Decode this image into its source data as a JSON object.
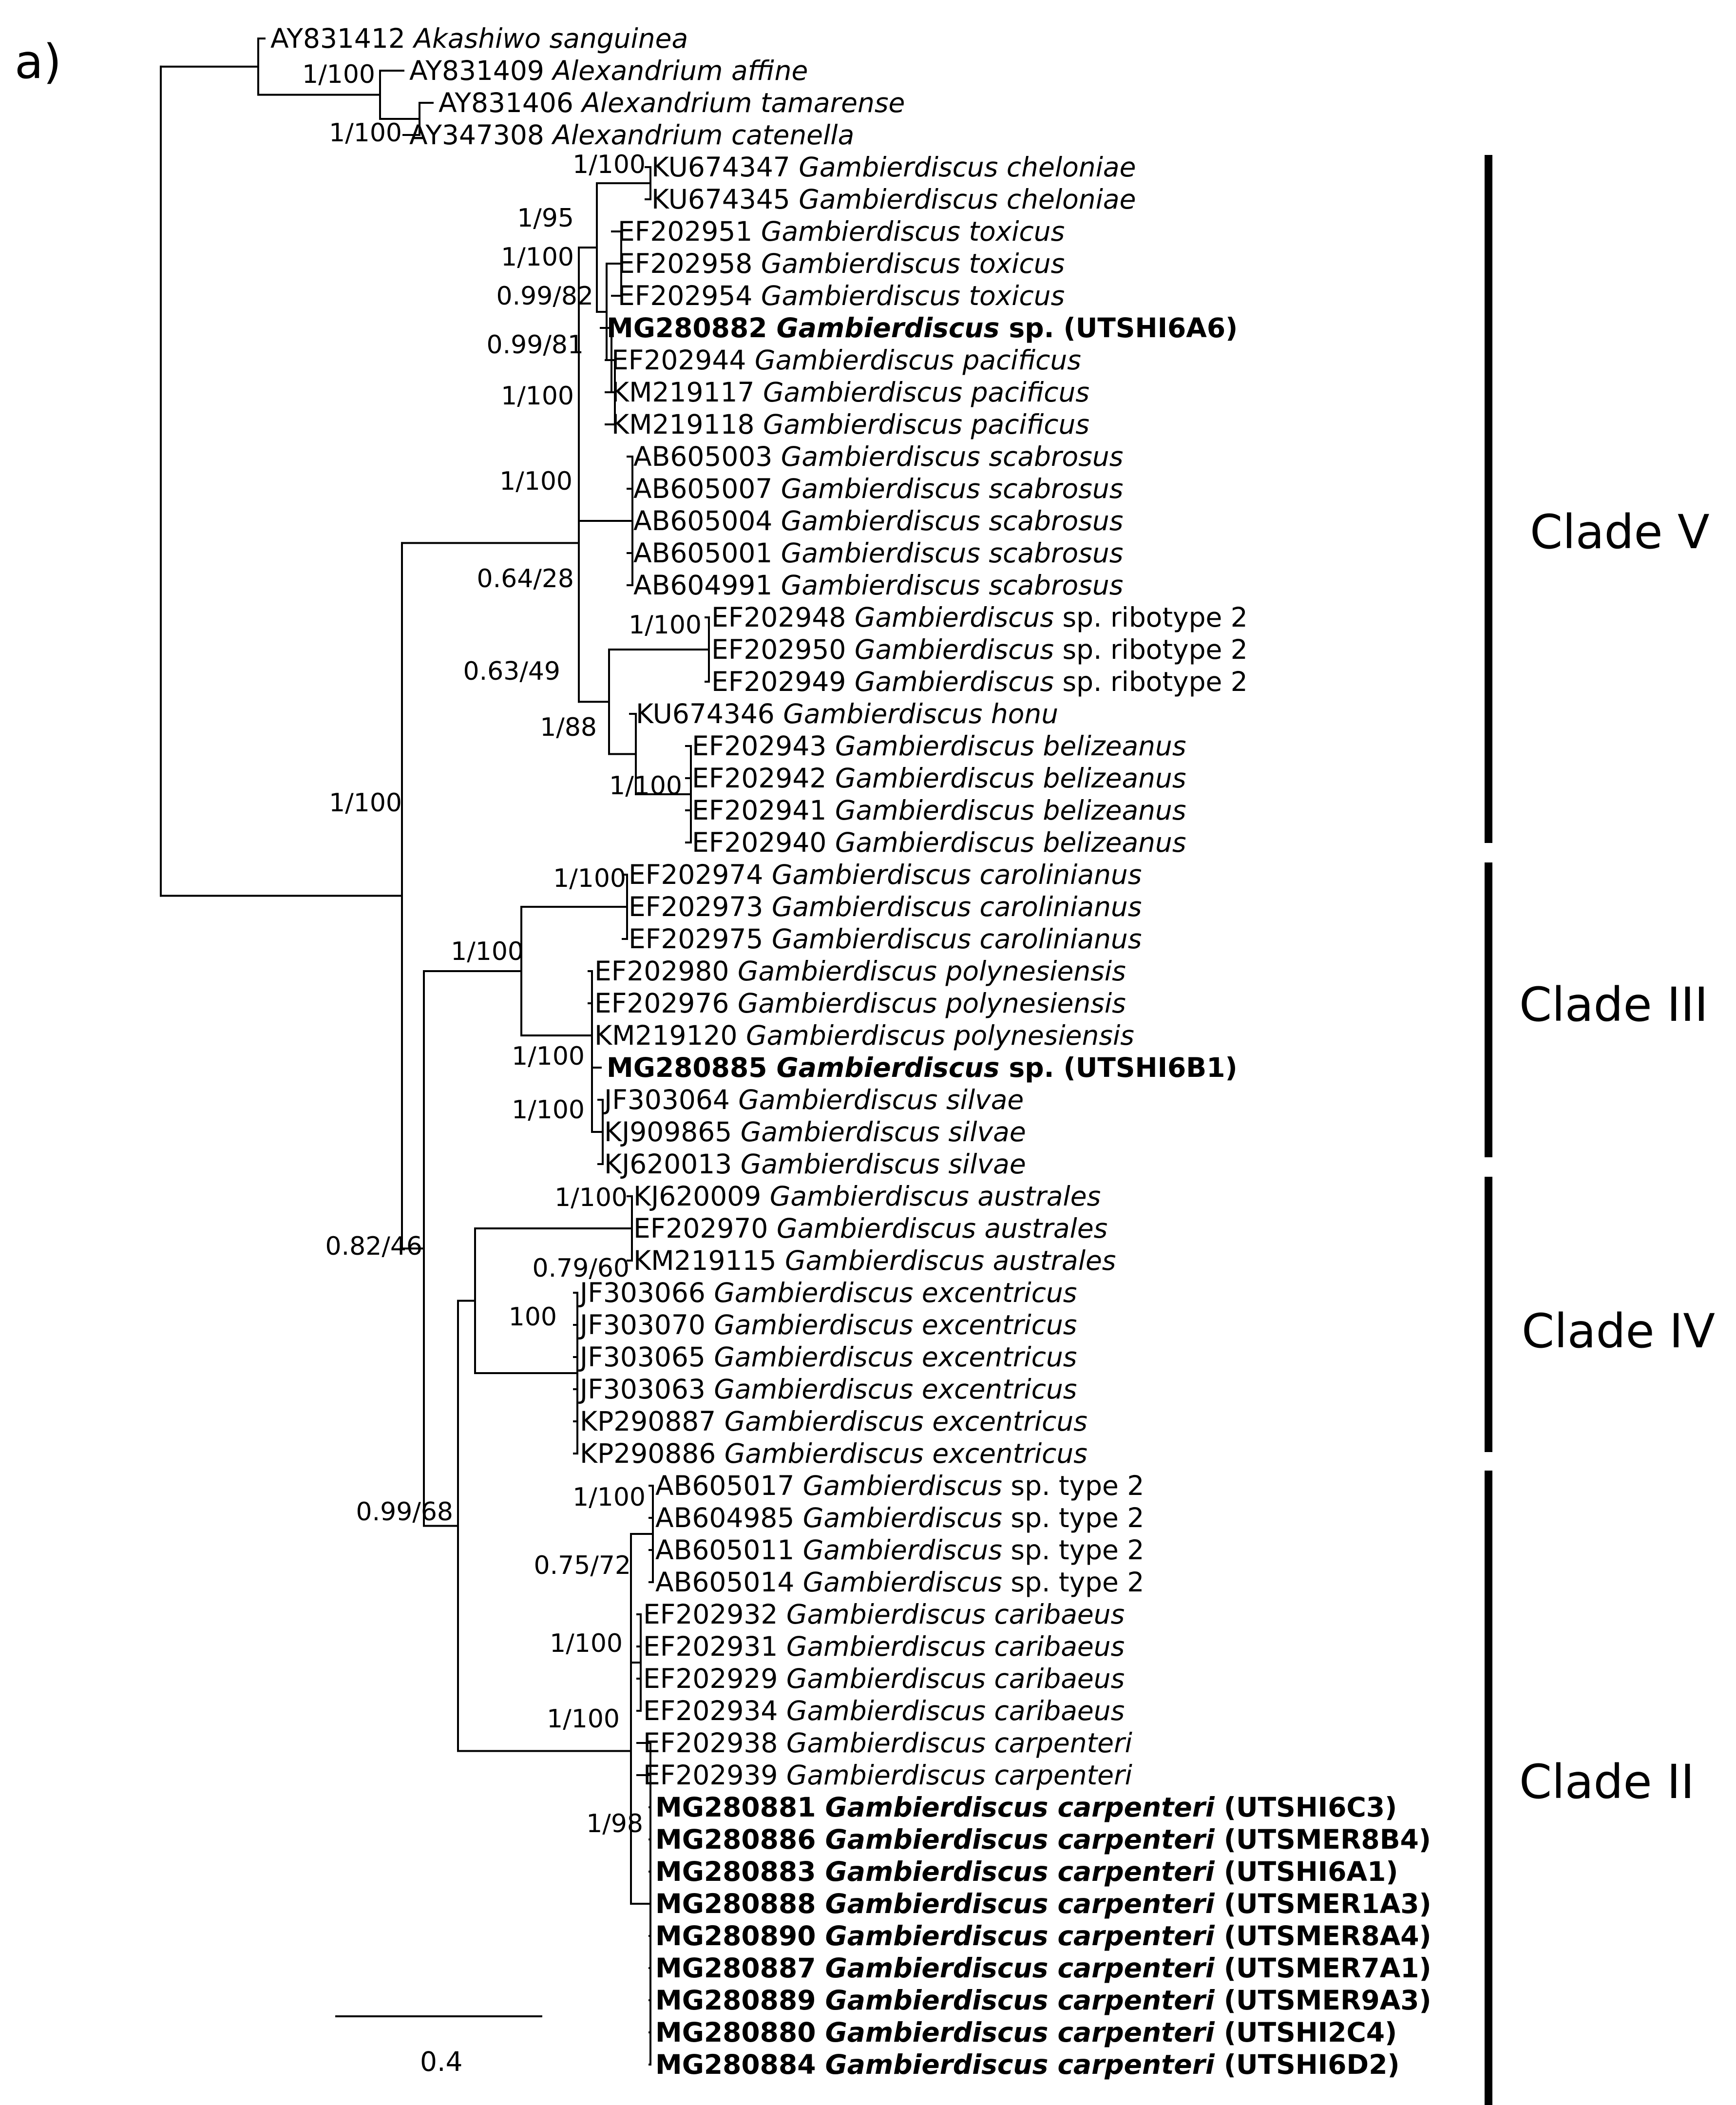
{
  "panel_label": "a)",
  "scale_bar_label": "0.4",
  "tips": [
    {
      "acc": "AY831412",
      "sp": "Akashiwo sanguinea",
      "suffix": "",
      "bold": false
    },
    {
      "acc": "AY831409",
      "sp": "Alexandrium affine",
      "suffix": "",
      "bold": false
    },
    {
      "acc": "AY831406",
      "sp": "Alexandrium tamarense",
      "suffix": "",
      "bold": false
    },
    {
      "acc": "AY347308",
      "sp": "Alexandrium catenella",
      "suffix": "",
      "bold": false
    },
    {
      "acc": "KU674347",
      "sp": "Gambierdiscus cheloniae",
      "suffix": "",
      "bold": false
    },
    {
      "acc": "KU674345",
      "sp": "Gambierdiscus cheloniae",
      "suffix": "",
      "bold": false
    },
    {
      "acc": "EF202951",
      "sp": "Gambierdiscus toxicus",
      "suffix": "",
      "bold": false
    },
    {
      "acc": "EF202958",
      "sp": "Gambierdiscus toxicus",
      "suffix": "",
      "bold": false
    },
    {
      "acc": "EF202954",
      "sp": "Gambierdiscus toxicus",
      "suffix": "",
      "bold": false
    },
    {
      "acc": "MG280882",
      "sp": "Gambierdiscus",
      "suffix": "sp. (UTSHI6A6)",
      "bold": true
    },
    {
      "acc": "EF202944",
      "sp": "Gambierdiscus pacificus",
      "suffix": "",
      "bold": false
    },
    {
      "acc": "KM219117",
      "sp": "Gambierdiscus pacificus",
      "suffix": "",
      "bold": false
    },
    {
      "acc": "KM219118",
      "sp": "Gambierdiscus pacificus",
      "suffix": "",
      "bold": false
    },
    {
      "acc": "AB605003",
      "sp": "Gambierdiscus scabrosus",
      "suffix": "",
      "bold": false
    },
    {
      "acc": "AB605007",
      "sp": "Gambierdiscus scabrosus",
      "suffix": "",
      "bold": false
    },
    {
      "acc": "AB605004",
      "sp": "Gambierdiscus scabrosus",
      "suffix": "",
      "bold": false
    },
    {
      "acc": "AB605001",
      "sp": "Gambierdiscus scabrosus",
      "suffix": "",
      "bold": false
    },
    {
      "acc": "AB604991",
      "sp": "Gambierdiscus scabrosus",
      "suffix": "",
      "bold": false
    },
    {
      "acc": "EF202948",
      "sp": "Gambierdiscus",
      "suffix": "sp. ribotype 2",
      "bold": false
    },
    {
      "acc": "EF202950",
      "sp": "Gambierdiscus",
      "suffix": "sp. ribotype 2",
      "bold": false
    },
    {
      "acc": "EF202949",
      "sp": "Gambierdiscus",
      "suffix": "sp. ribotype 2",
      "bold": false
    },
    {
      "acc": "KU674346",
      "sp": "Gambierdiscus honu",
      "suffix": "",
      "bold": false
    },
    {
      "acc": "EF202943",
      "sp": "Gambierdiscus belizeanus",
      "suffix": "",
      "bold": false
    },
    {
      "acc": "EF202942",
      "sp": "Gambierdiscus belizeanus",
      "suffix": "",
      "bold": false
    },
    {
      "acc": "EF202941",
      "sp": "Gambierdiscus belizeanus",
      "suffix": "",
      "bold": false
    },
    {
      "acc": "EF202940",
      "sp": "Gambierdiscus belizeanus",
      "suffix": "",
      "bold": false
    },
    {
      "acc": "EF202974",
      "sp": "Gambierdiscus carolinianus",
      "suffix": "",
      "bold": false
    },
    {
      "acc": "EF202973",
      "sp": "Gambierdiscus carolinianus",
      "suffix": "",
      "bold": false
    },
    {
      "acc": "EF202975",
      "sp": "Gambierdiscus carolinianus",
      "suffix": "",
      "bold": false
    },
    {
      "acc": "EF202980",
      "sp": "Gambierdiscus polynesiensis",
      "suffix": "",
      "bold": false
    },
    {
      "acc": "EF202976",
      "sp": "Gambierdiscus polynesiensis",
      "suffix": "",
      "bold": false
    },
    {
      "acc": "KM219120",
      "sp": "Gambierdiscus polynesiensis",
      "suffix": "",
      "bold": false
    },
    {
      "acc": "MG280885",
      "sp": "Gambierdiscus",
      "suffix": "sp. (UTSHI6B1)",
      "bold": true
    },
    {
      "acc": "JF303064",
      "sp": "Gambierdiscus silvae",
      "suffix": "",
      "bold": false
    },
    {
      "acc": "KJ909865",
      "sp": "Gambierdiscus silvae",
      "suffix": "",
      "bold": false
    },
    {
      "acc": "KJ620013",
      "sp": "Gambierdiscus silvae",
      "suffix": "",
      "bold": false
    },
    {
      "acc": "KJ620009",
      "sp": "Gambierdiscus australes",
      "suffix": "",
      "bold": false
    },
    {
      "acc": "EF202970",
      "sp": "Gambierdiscus australes",
      "suffix": "",
      "bold": false
    },
    {
      "acc": "KM219115",
      "sp": "Gambierdiscus australes",
      "suffix": "",
      "bold": false
    },
    {
      "acc": "JF303066",
      "sp": "Gambierdiscus excentricus",
      "suffix": "",
      "bold": false
    },
    {
      "acc": "JF303070",
      "sp": "Gambierdiscus excentricus",
      "suffix": "",
      "bold": false
    },
    {
      "acc": "JF303065",
      "sp": "Gambierdiscus excentricus",
      "suffix": "",
      "bold": false
    },
    {
      "acc": "JF303063",
      "sp": "Gambierdiscus excentricus",
      "suffix": "",
      "bold": false
    },
    {
      "acc": "KP290887",
      "sp": "Gambierdiscus excentricus",
      "suffix": "",
      "bold": false
    },
    {
      "acc": "KP290886",
      "sp": "Gambierdiscus excentricus",
      "suffix": "",
      "bold": false
    },
    {
      "acc": "AB605017",
      "sp": "Gambierdiscus",
      "suffix": "sp. type 2",
      "bold": false
    },
    {
      "acc": "AB604985",
      "sp": "Gambierdiscus",
      "suffix": "sp. type 2",
      "bold": false
    },
    {
      "acc": "AB605011",
      "sp": "Gambierdiscus",
      "suffix": "sp. type 2",
      "bold": false
    },
    {
      "acc": "AB605014",
      "sp": "Gambierdiscus",
      "suffix": "sp. type 2",
      "bold": false
    },
    {
      "acc": "EF202932",
      "sp": "Gambierdiscus caribaeus",
      "suffix": "",
      "bold": false
    },
    {
      "acc": "EF202931",
      "sp": "Gambierdiscus caribaeus",
      "suffix": "",
      "bold": false
    },
    {
      "acc": "EF202929",
      "sp": "Gambierdiscus caribaeus",
      "suffix": "",
      "bold": false
    },
    {
      "acc": "EF202934",
      "sp": "Gambierdiscus caribaeus",
      "suffix": "",
      "bold": false
    },
    {
      "acc": "EF202938",
      "sp": "Gambierdiscus carpenteri",
      "suffix": "",
      "bold": false
    },
    {
      "acc": "EF202939",
      "sp": "Gambierdiscus carpenteri",
      "suffix": "",
      "bold": false
    },
    {
      "acc": "MG280881",
      "sp": "Gambierdiscus carpenteri",
      "suffix": "(UTSHI6C3)",
      "bold": true
    },
    {
      "acc": "MG280886",
      "sp": "Gambierdiscus carpenteri",
      "suffix": "(UTSMER8B4)",
      "bold": true
    },
    {
      "acc": "MG280883",
      "sp": "Gambierdiscus carpenteri",
      "suffix": "(UTSHI6A1)",
      "bold": true
    },
    {
      "acc": "MG280888",
      "sp": "Gambierdiscus carpenteri",
      "suffix": "(UTSMER1A3)",
      "bold": true
    },
    {
      "acc": "MG280890",
      "sp": "Gambierdiscus carpenteri",
      "suffix": "(UTSMER8A4)",
      "bold": true
    },
    {
      "acc": "MG280887",
      "sp": "Gambierdiscus carpenteri",
      "suffix": "(UTSMER7A1)",
      "bold": true
    },
    {
      "acc": "MG280889",
      "sp": "Gambierdiscus carpenteri",
      "suffix": "(UTSMER9A3)",
      "bold": true
    },
    {
      "acc": "MG280880",
      "sp": "Gambierdiscus carpenteri",
      "suffix": "(UTSHI2C4)",
      "bold": true
    },
    {
      "acc": "MG280884",
      "sp": "Gambierdiscus carpenteri",
      "suffix": "(UTSHI6D2)",
      "bold": true
    }
  ],
  "support_values": [
    "1/100",
    "1/100",
    "1/100",
    "1/95",
    "1/100",
    "0.99/82",
    "0.99/81",
    "1/100",
    "1/100",
    "0.64/28",
    "1/100",
    "0.63/49",
    "1/88",
    "1/100",
    "1/100",
    "1/100",
    "1/100",
    "1/100",
    "1/100",
    "0.82/46",
    "1/100",
    "0.79/60",
    "100",
    "0.99/68",
    "1/100",
    "0.75/72",
    "1/100",
    "1/100",
    "1/98"
  ],
  "clades": [
    {
      "label": "Clade V"
    },
    {
      "label": "Clade III"
    },
    {
      "label": "Clade IV"
    },
    {
      "label": "Clade II"
    }
  ]
}
